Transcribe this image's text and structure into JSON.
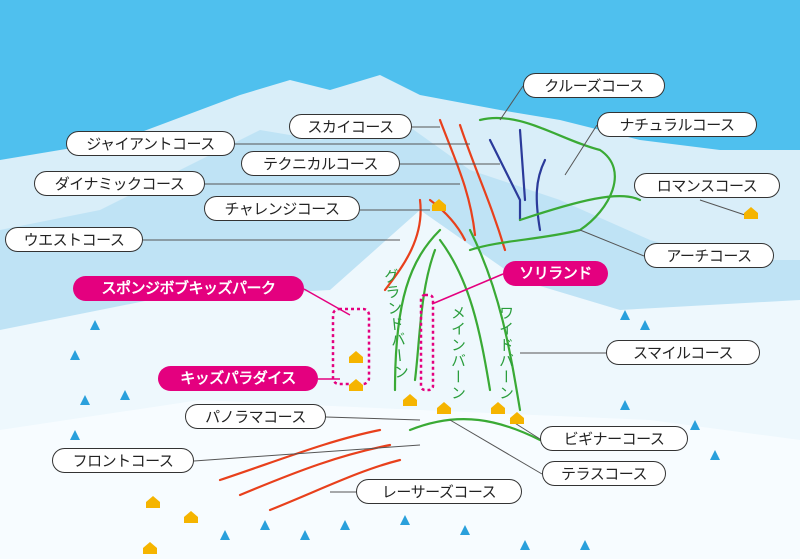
{
  "courses": {
    "cruise": "クルーズコース",
    "natural": "ナチュラルコース",
    "romance": "ロマンスコース",
    "arch": "アーチコース",
    "smile": "スマイルコース",
    "beginner": "ビギナーコース",
    "terrace": "テラスコース",
    "racers": "レーサーズコース",
    "front": "フロントコース",
    "panorama": "パノラマコース",
    "west": "ウエストコース",
    "challenge": "チャレンジコース",
    "dynamic": "ダイナミックコース",
    "technical": "テクニカルコース",
    "giant": "ジャイアントコース",
    "sky": "スカイコース"
  },
  "areas": {
    "spongebob": "スポンジボブキッズパーク",
    "kids_paradise": "キッズパラダイス",
    "sori_land": "ソリランド"
  },
  "slopes": {
    "grand": "グランドバーン",
    "main": "メインバーン",
    "wide": "ワイドバーン"
  },
  "colors": {
    "sky": "#4fc0ee",
    "area_label": "#e4007f",
    "easy": "#3aaa35",
    "intermediate": "#e8401c",
    "advanced": "#2b3a9a",
    "hut": "#f5b400"
  }
}
